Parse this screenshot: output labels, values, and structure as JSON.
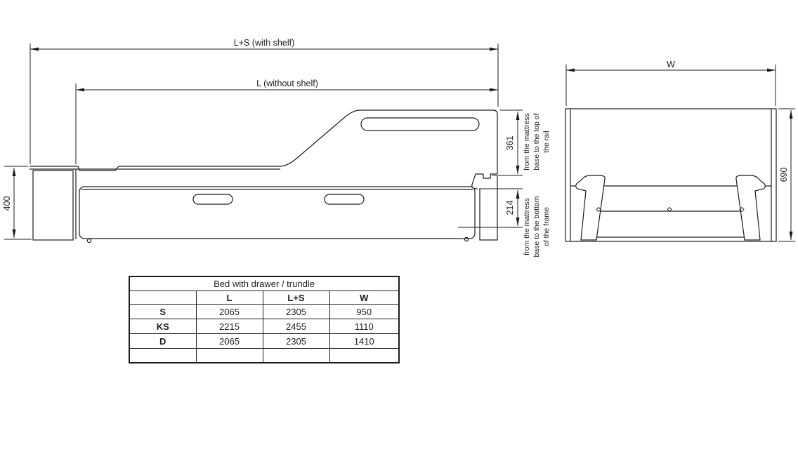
{
  "page": {
    "background": "#ffffff",
    "line_color": "#1c1c1c"
  },
  "side_view": {
    "dim_length_with_shelf": "L+S (with shelf)",
    "dim_length_without_shelf": "L (without shelf)",
    "dim_overall_height": "400",
    "dim_mattress_to_rail_top": "361",
    "dim_mattress_to_frame_bottom": "214",
    "note_rail": {
      "line1": "from the mattress",
      "line2": "base to the top of",
      "line3": "the rail"
    },
    "note_frame": {
      "line1": "from the mattress",
      "line2": "base to the bottom",
      "line3": "of the frame"
    }
  },
  "end_view": {
    "dim_width": "W",
    "dim_height": "690"
  },
  "table": {
    "title": "Bed with drawer / trundle",
    "columns": {
      "size": "",
      "length": "L",
      "length_shelf": "L+S",
      "width": "W"
    },
    "rows": [
      {
        "label": "S",
        "l": "2065",
        "ls": "2305",
        "w": "950"
      },
      {
        "label": "KS",
        "l": "2215",
        "ls": "2455",
        "w": "1110"
      },
      {
        "label": "D",
        "l": "2065",
        "ls": "2305",
        "w": "1410"
      }
    ]
  }
}
